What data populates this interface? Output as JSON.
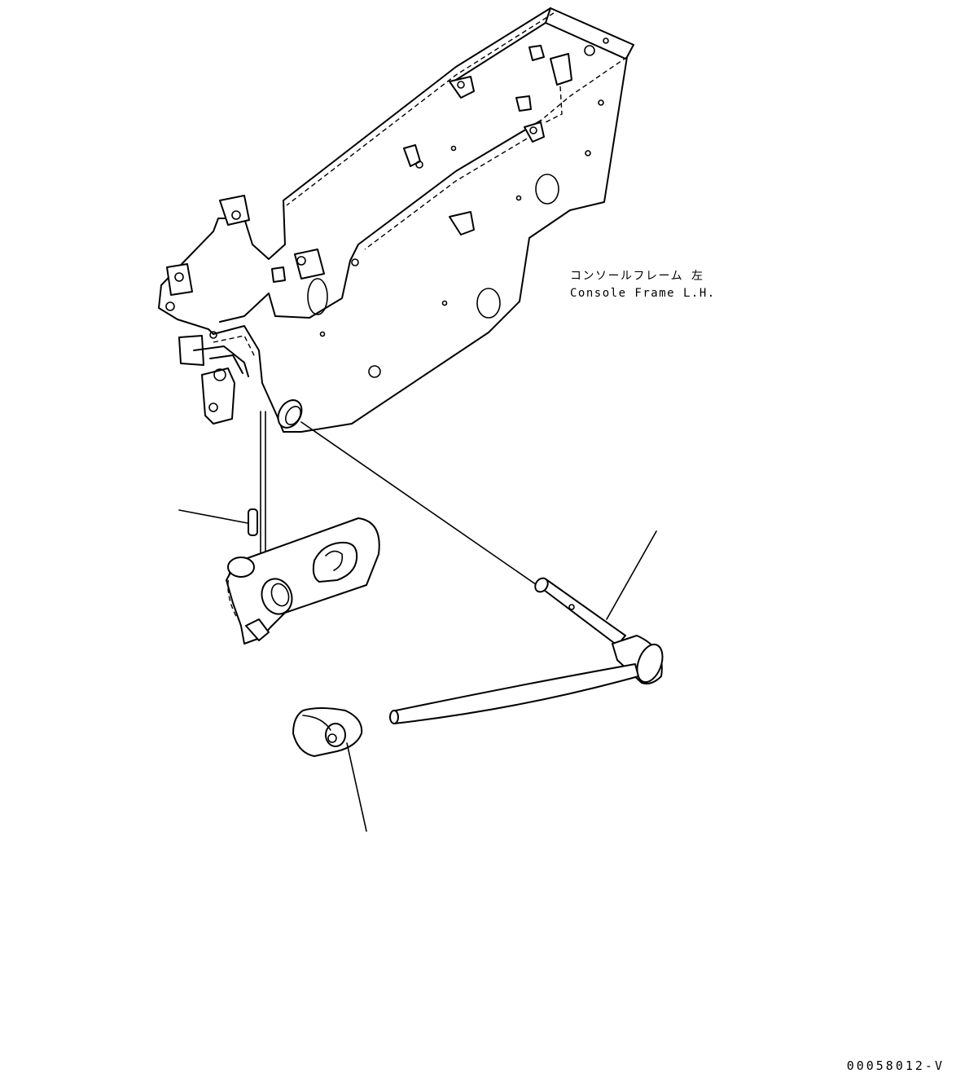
{
  "labels": {
    "frame_jp": "コンソールフレーム 左",
    "frame_en": "Console Frame L.H."
  },
  "drawing_id": "00058012-V"
}
